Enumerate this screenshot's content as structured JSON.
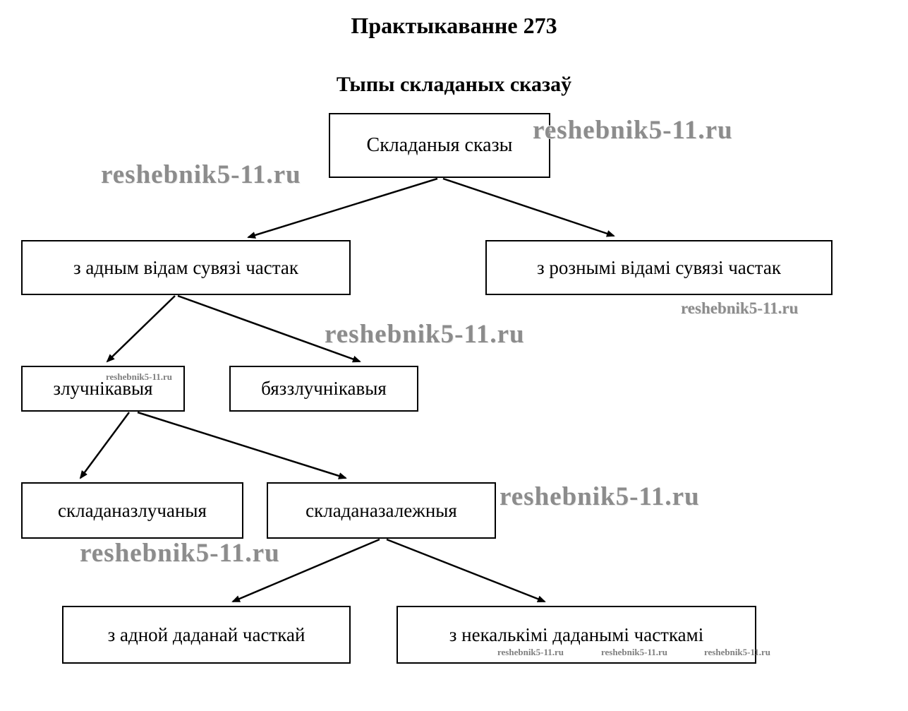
{
  "title": "Практыкаванне 273",
  "subtitle": "Тыпы складаных сказаў",
  "nodes": {
    "root": {
      "label": "Складаныя сказы"
    },
    "one_type": {
      "label": "з адным відам сувязі частак"
    },
    "different_types": {
      "label": "з рознымі відамі сувязі частак"
    },
    "conjunctional": {
      "label": "злучнікавыя"
    },
    "non_conjunctional": {
      "label": "бяззлучнікавыя"
    },
    "compound": {
      "label": "складаназлучаныя"
    },
    "complex": {
      "label": "складаназалежныя"
    },
    "one_subordinate": {
      "label": "з адной даданай часткай"
    },
    "several_subordinate": {
      "label": "з некалькімі даданымі часткамі"
    }
  },
  "watermark": {
    "text": "reshebnik5-11.ru"
  },
  "colors": {
    "line": "#000000",
    "box_border": "#000000",
    "watermark": "#8c8c8c",
    "background": "#ffffff"
  }
}
